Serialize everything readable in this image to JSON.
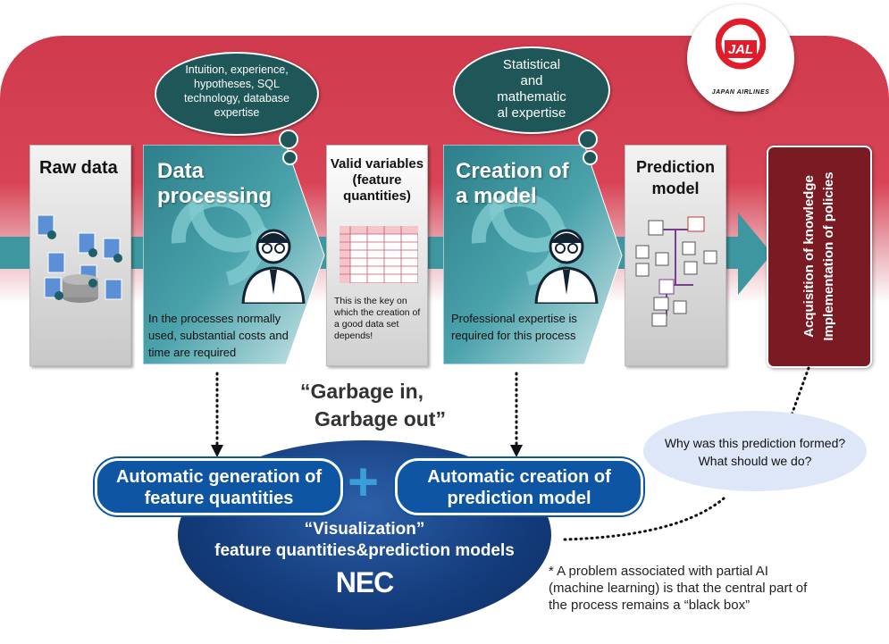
{
  "logo": {
    "brand": "JAL",
    "name": "JAPAN AIRLINES",
    "accent": "#e11d2b"
  },
  "bubbles": {
    "data_processing": "Intuition, experience, hypotheses, SQL technology, database expertise",
    "model": "Statistical and mathematic al expertise"
  },
  "panels": {
    "raw_data": {
      "title": "Raw data"
    },
    "data_processing": {
      "title_line1": "Data",
      "title_line2": "processing",
      "desc": "In the processes normally used, substantial costs and time are required"
    },
    "valid_variables": {
      "title": "Valid variables (feature quantities)",
      "desc": "This is the key on which the creation of a good data set depends!"
    },
    "creation_model": {
      "title_line1": "Creation of",
      "title_line2": "a model",
      "desc": "Professional expertise is required for this process"
    },
    "prediction_model": {
      "title": "Prediction model"
    },
    "knowledge": {
      "line1": "Acquisition of knowledge",
      "line2": "Implementation of policies"
    }
  },
  "garbage": {
    "line1": "“Garbage in,",
    "line2": "Garbage out”"
  },
  "question": {
    "line1": "Why was this prediction formed?",
    "line2": "What should we do?"
  },
  "nec": {
    "auto_feature": "Automatic generation of feature quantities",
    "auto_model": "Automatic creation of prediction model",
    "plus": "+",
    "viz_line1": "“Visualization”",
    "viz_line2": "feature quantities&prediction models",
    "logo": "NEC"
  },
  "footnote": "* A problem associated with partial AI (machine learning) is that the central part of the process remains a “black box”",
  "colors": {
    "band_red": "#d3384a",
    "teal": "#3e97a0",
    "dark_teal": "#1f5758",
    "nec_blue": "#0e55a3",
    "maroon": "#7a1a22"
  }
}
